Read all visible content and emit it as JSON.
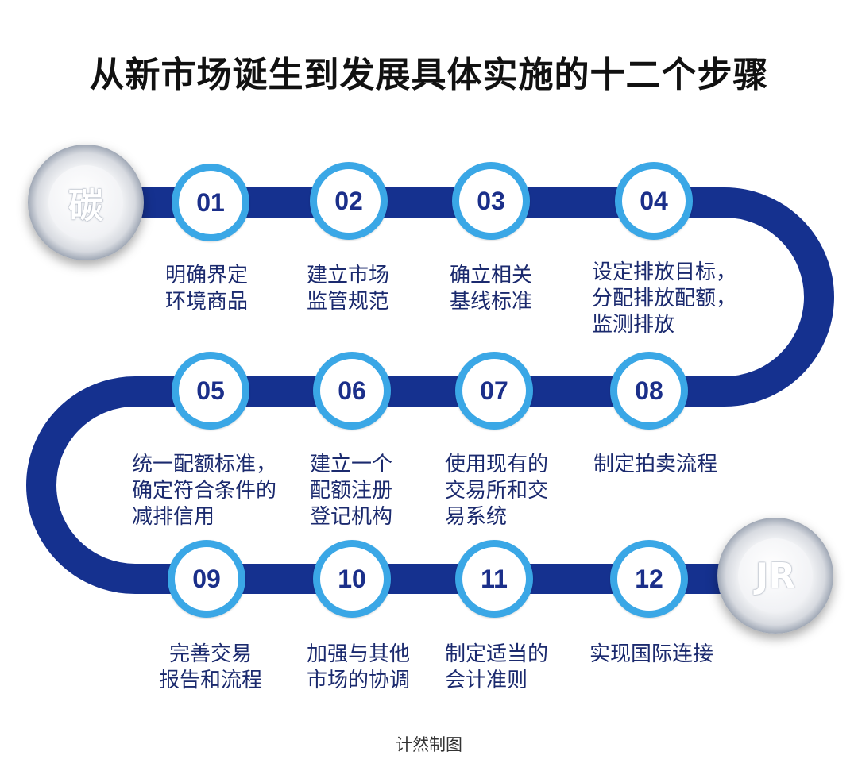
{
  "title": "从新市场诞生到发展具体实施的十二个步骤",
  "credit": "计然制图",
  "colors": {
    "track": "#15318f",
    "ring": "#3aa7e6",
    "number": "#1b2f8a",
    "label": "#1b2a6e"
  },
  "steps": [
    {
      "num": "01",
      "label": "明确界定\n环境商品"
    },
    {
      "num": "02",
      "label": "建立市场\n监管规范"
    },
    {
      "num": "03",
      "label": "确立相关\n基线标准"
    },
    {
      "num": "04",
      "label": "设定排放目标，\n分配排放配额，\n监测排放"
    },
    {
      "num": "05",
      "label": "统一配额标准，\n确定符合条件的\n减排信用"
    },
    {
      "num": "06",
      "label": "建立一个\n配额注册\n登记机构"
    },
    {
      "num": "07",
      "label": "使用现有的\n交易所和交\n易系统"
    },
    {
      "num": "08",
      "label": "制定拍卖流程"
    },
    {
      "num": "09",
      "label": "完善交易\n报告和流程"
    },
    {
      "num": "10",
      "label": "加强与其他\n市场的协调"
    },
    {
      "num": "11",
      "label": "制定适当的\n会计准则"
    },
    {
      "num": "12",
      "label": "实现国际连接"
    }
  ]
}
